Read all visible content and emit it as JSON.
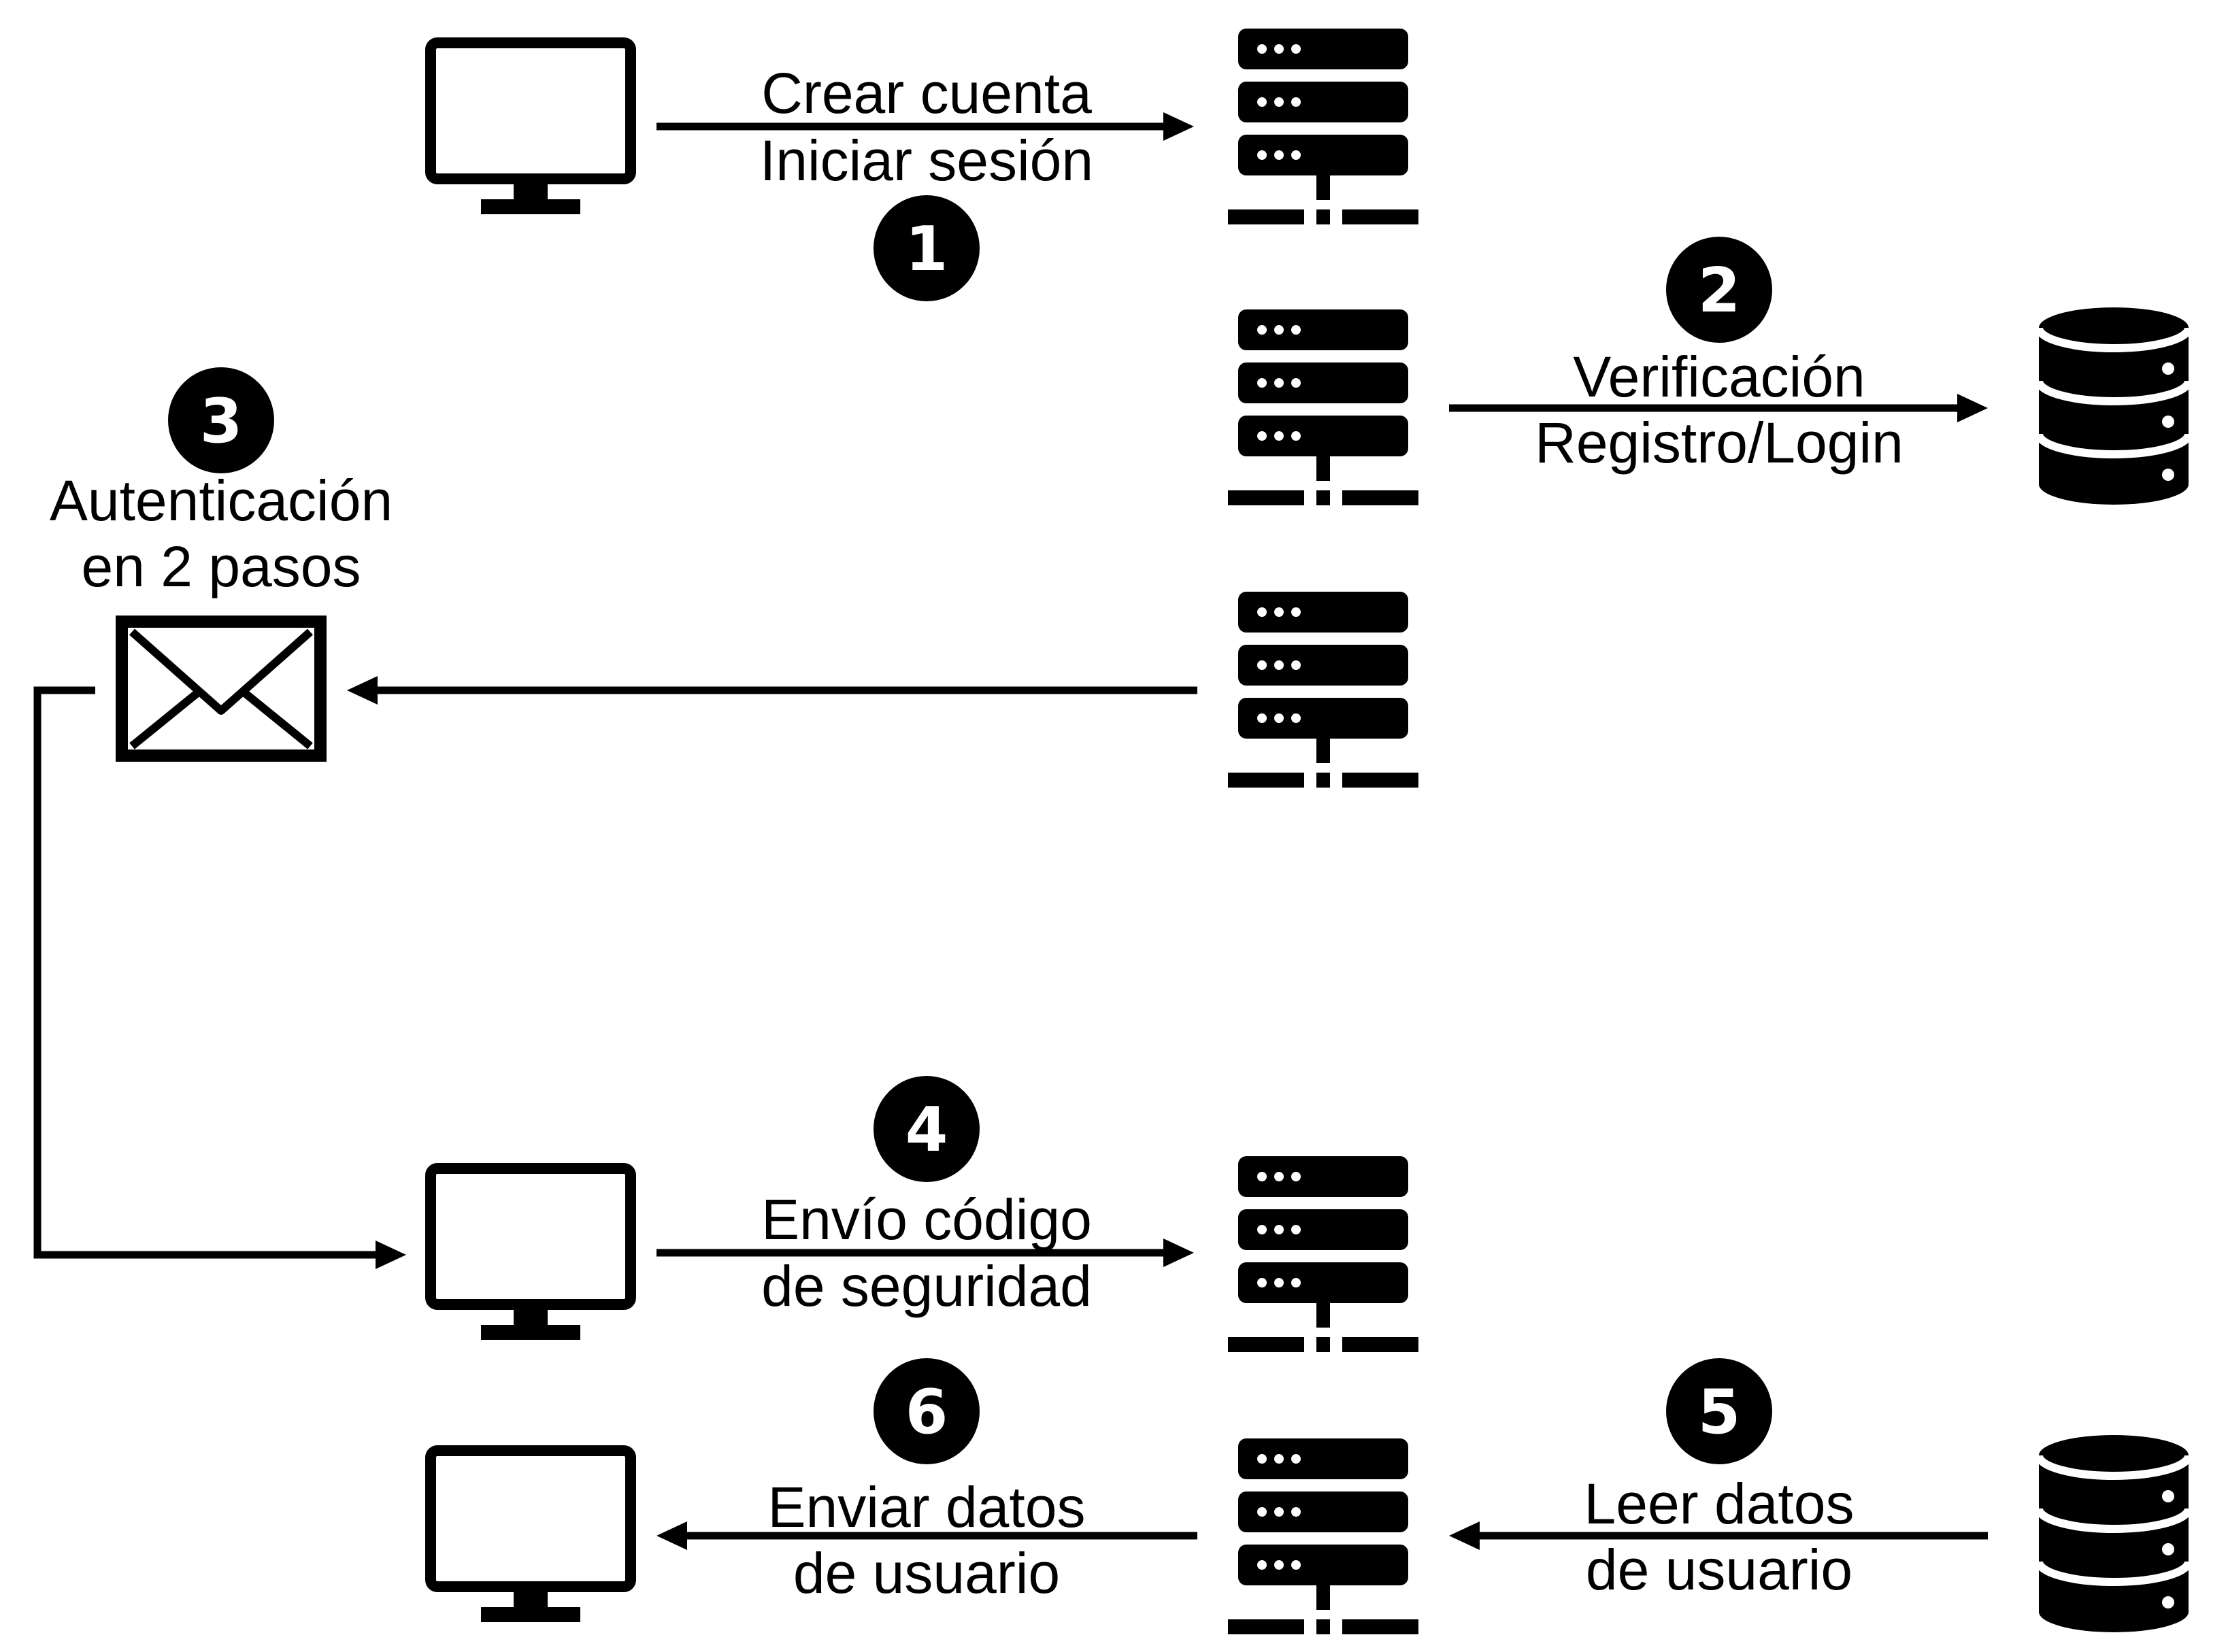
{
  "steps": [
    {
      "number": "1",
      "label_lines": [
        "Crear cuenta",
        "Iniciar sesión"
      ]
    },
    {
      "number": "2",
      "label_lines": [
        "Verificación",
        "Registro/Login"
      ]
    },
    {
      "number": "3",
      "label_lines": [
        "Autenticación",
        "en 2 pasos"
      ]
    },
    {
      "number": "4",
      "label_lines": [
        "Envío código",
        "de seguridad"
      ]
    },
    {
      "number": "5",
      "label_lines": [
        "Leer datos",
        "de usuario"
      ]
    },
    {
      "number": "6",
      "label_lines": [
        "Enviar datos",
        "de usuario"
      ]
    }
  ],
  "icons": {
    "computer": "monitor-icon",
    "server": "server-icon",
    "database": "database-icon",
    "email": "envelope-icon"
  },
  "colors": {
    "ink": "#000000",
    "background": "#ffffff"
  }
}
